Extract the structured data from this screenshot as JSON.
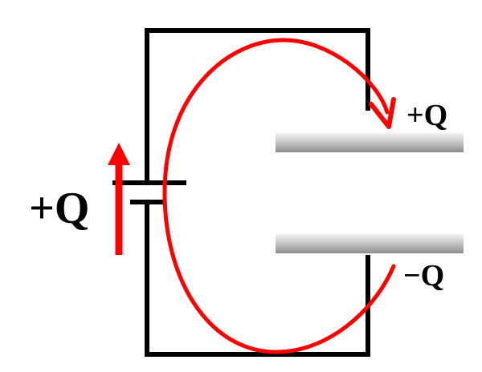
{
  "labels": {
    "left_charge": "+Q",
    "top_plate_charge": "+Q",
    "bottom_plate_charge": "−Q"
  },
  "colors": {
    "wire": "#000000",
    "current_arrow": "#ff0000",
    "loop": "#ff0000",
    "plate_light": "#f2f2f2",
    "plate_mid": "#c8c8c8",
    "plate_dark": "#8e8e8e",
    "background": "#ffffff"
  }
}
